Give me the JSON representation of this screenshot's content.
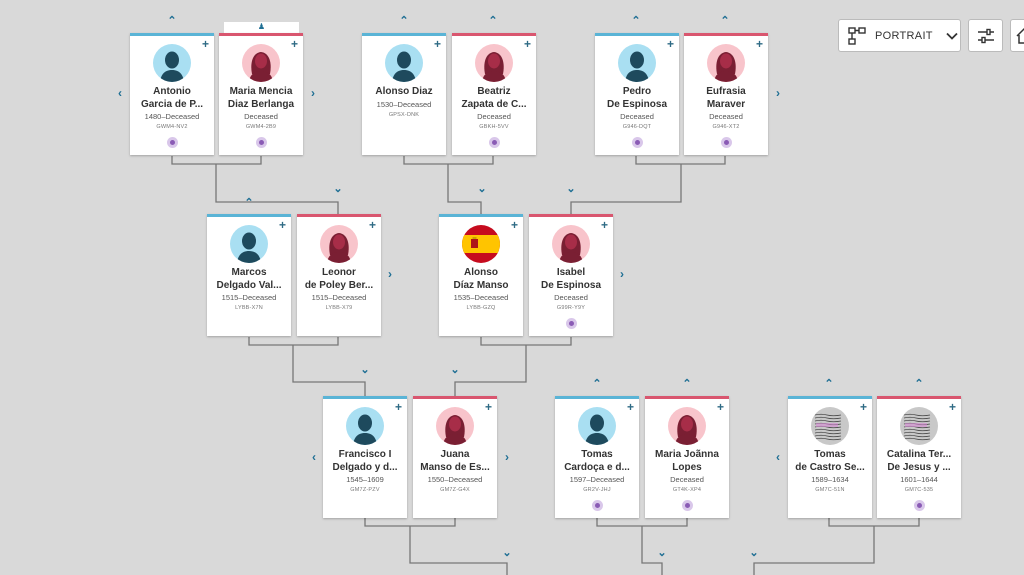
{
  "toolbar": {
    "view_label": "PORTRAIT",
    "view_icon": "tree-structure-icon",
    "options_icon": "sliders-icon",
    "home_icon": "home-icon"
  },
  "colors": {
    "male": "#5ab4d6",
    "female": "#d9566f",
    "accent": "#1f6f94"
  },
  "people": [
    {
      "id": "antonio",
      "name1": "Antonio",
      "name2": "Garcia de P...",
      "dates": "1480–Deceased",
      "pid": "GWM4-NV2",
      "gender": "male",
      "avatar": "male",
      "badge": true
    },
    {
      "id": "maria-mencia",
      "name1": "Maria Mencia",
      "name2": "Diaz Berlanga",
      "dates": "Deceased",
      "pid": "GWM4-2B9",
      "gender": "female",
      "avatar": "female",
      "badge": true
    },
    {
      "id": "alonso-diaz",
      "name1": "Alonso Diaz",
      "name2": "",
      "dates": "1530–Deceased",
      "pid": "GPSX-DNK",
      "gender": "male",
      "avatar": "male",
      "badge": false
    },
    {
      "id": "beatriz",
      "name1": "Beatriz",
      "name2": "Zapata de C...",
      "dates": "Deceased",
      "pid": "GBKH-5VV",
      "gender": "female",
      "avatar": "female",
      "badge": true
    },
    {
      "id": "pedro",
      "name1": "Pedro",
      "name2": "De Espinosa",
      "dates": "Deceased",
      "pid": "G946-DQT",
      "gender": "male",
      "avatar": "male",
      "badge": true
    },
    {
      "id": "eufrasia",
      "name1": "Eufrasia",
      "name2": "Maraver",
      "dates": "Deceased",
      "pid": "G946-XT2",
      "gender": "female",
      "avatar": "female",
      "badge": true
    },
    {
      "id": "marcos",
      "name1": "Marcos",
      "name2": "Delgado Val...",
      "dates": "1515–Deceased",
      "pid": "LYBB-X7N",
      "gender": "male",
      "avatar": "male",
      "badge": false
    },
    {
      "id": "leonor",
      "name1": "Leonor",
      "name2": "de Poley Ber...",
      "dates": "1515–Deceased",
      "pid": "LYBB-X79",
      "gender": "female",
      "avatar": "female",
      "badge": false
    },
    {
      "id": "alonso-diaz-manso",
      "name1": "Alonso",
      "name2": "Díaz Manso",
      "dates": "1535–Deceased",
      "pid": "LYBB-GZQ",
      "gender": "male",
      "avatar": "flag",
      "badge": false
    },
    {
      "id": "isabel",
      "name1": "Isabel",
      "name2": "De Espinosa",
      "dates": "Deceased",
      "pid": "G99R-Y9Y",
      "gender": "female",
      "avatar": "female",
      "badge": true
    },
    {
      "id": "francisco",
      "name1": "Francisco I",
      "name2": "Delgado y d...",
      "dates": "1545–1609",
      "pid": "GM7Z-PZV",
      "gender": "male",
      "avatar": "male",
      "badge": false
    },
    {
      "id": "juana",
      "name1": "Juana",
      "name2": "Manso de Es...",
      "dates": "1550–Deceased",
      "pid": "GM7Z-G4X",
      "gender": "female",
      "avatar": "female",
      "badge": false
    },
    {
      "id": "tomas-cardoca",
      "name1": "Tomas",
      "name2": "Cardoça e d...",
      "dates": "1597–Deceased",
      "pid": "GR2V-JHJ",
      "gender": "male",
      "avatar": "male",
      "badge": true
    },
    {
      "id": "maria-joanna",
      "name1": "Maria Joãnna",
      "name2": "Lopes",
      "dates": "Deceased",
      "pid": "GT4K-XP4",
      "gender": "female",
      "avatar": "female",
      "badge": true
    },
    {
      "id": "tomas-castro",
      "name1": "Tomas",
      "name2": "de Castro Se...",
      "dates": "1589–1634",
      "pid": "GM7C-51N",
      "gender": "male",
      "avatar": "document",
      "badge": false
    },
    {
      "id": "catalina",
      "name1": "Catalina Ter...",
      "name2": "De Jesus y ...",
      "dates": "1601–1644",
      "pid": "GM7C-535",
      "gender": "female",
      "avatar": "document",
      "badge": true
    }
  ]
}
